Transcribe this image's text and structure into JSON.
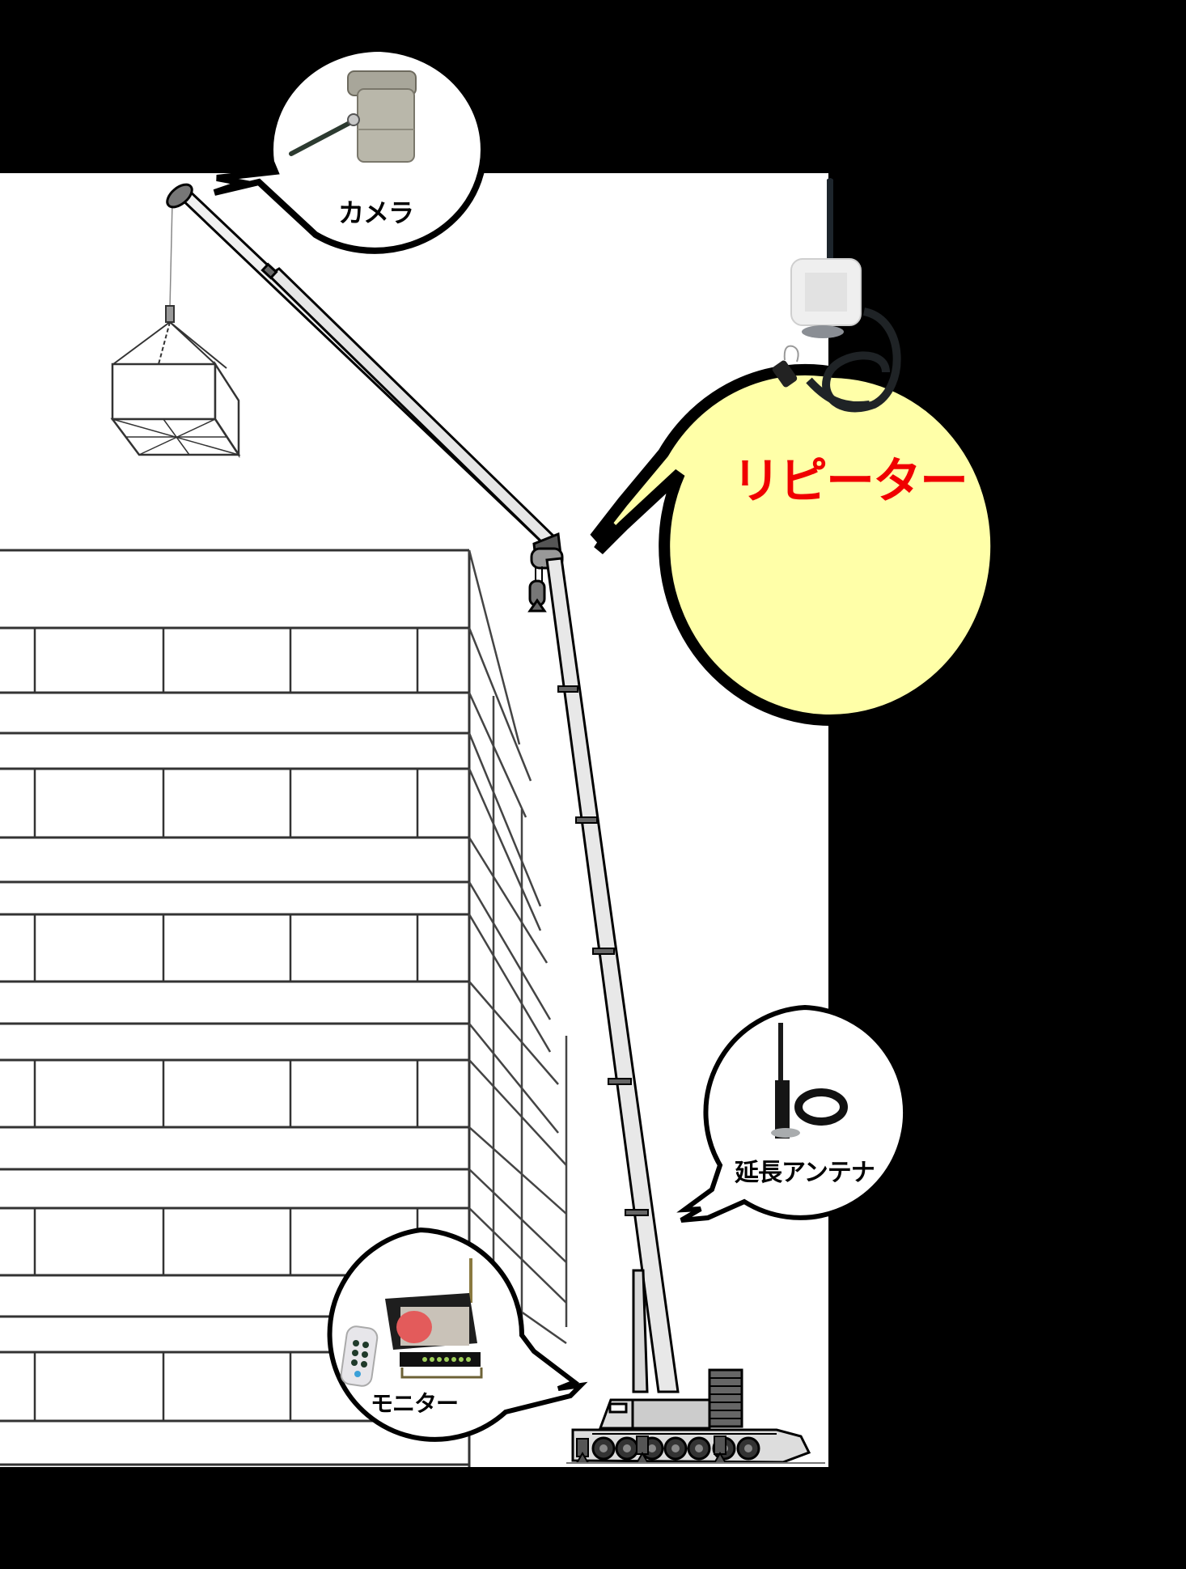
{
  "diagram": {
    "subject": "crane camera system layout",
    "background_color": "#000000",
    "panel_color": "#ffffff",
    "callouts": [
      {
        "id": "camera",
        "label": "カメラ",
        "bubble_fill": "#ffffff",
        "label_color": "#000000",
        "location": "boom tip"
      },
      {
        "id": "repeater",
        "label": "リピーター",
        "bubble_fill": "#ffffa8",
        "label_color": "#f00000",
        "location": "boom joint"
      },
      {
        "id": "antenna",
        "label": "延長アンテナ",
        "bubble_fill": "#ffffff",
        "label_color": "#000000",
        "location": "lower boom"
      },
      {
        "id": "monitor",
        "label": "モニター",
        "bubble_fill": "#ffffff",
        "label_color": "#000000",
        "location": "crane cab"
      }
    ],
    "elements": {
      "building": "multi-storey building line drawing",
      "crane": "mobile crane with telescopic boom",
      "load": "suspended box load on hook"
    }
  }
}
